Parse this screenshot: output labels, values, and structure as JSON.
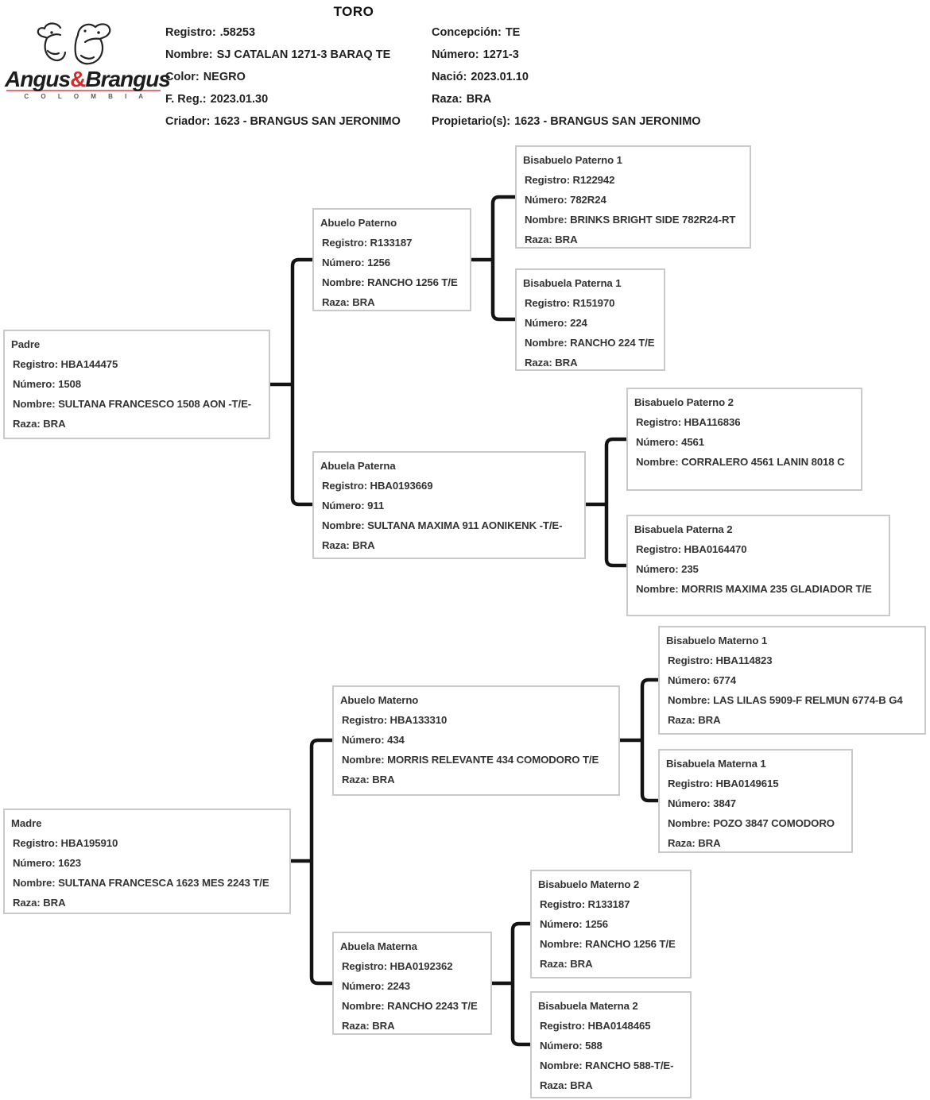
{
  "page_title": "TORO",
  "logo": {
    "brand_left": "Angus",
    "brand_amp": "&",
    "brand_right": "Brangus",
    "country": "C O L O M B I A",
    "accent_red": "#cf2e2e"
  },
  "header": {
    "left": [
      {
        "label": "Registro:",
        "value": ".58253"
      },
      {
        "label": "Nombre:",
        "value": "SJ CATALAN 1271-3 BARAQ TE"
      },
      {
        "label": "Color:",
        "value": "NEGRO"
      },
      {
        "label": "F. Reg.:",
        "value": "2023.01.30"
      },
      {
        "label": "Criador:",
        "value": "1623 - BRANGUS SAN JERONIMO"
      }
    ],
    "right": [
      {
        "label": "Concepción:",
        "value": "TE"
      },
      {
        "label": "Número:",
        "value": "1271-3"
      },
      {
        "label": "Nació:",
        "value": "2023.01.10"
      },
      {
        "label": "Raza:",
        "value": "BRA"
      },
      {
        "label": "Propietario(s):",
        "value": "1623 - BRANGUS SAN JERONIMO"
      }
    ]
  },
  "pedigree": {
    "nodes": [
      {
        "title": "Padre",
        "lines": [
          "Registro: HBA144475",
          "Número: 1508",
          "Nombre: SULTANA FRANCESCO 1508 AON -T/E-",
          "Raza: BRA"
        ]
      },
      {
        "title": "Abuelo Paterno",
        "lines": [
          "Registro: R133187",
          "Número: 1256",
          "Nombre: RANCHO 1256 T/E",
          "Raza: BRA"
        ]
      },
      {
        "title": "Abuela Paterna",
        "lines": [
          "Registro: HBA0193669",
          "Número: 911",
          "Nombre: SULTANA MAXIMA 911 AONIKENK -T/E-",
          "Raza: BRA"
        ]
      },
      {
        "title": "Bisabuelo Paterno 1",
        "lines": [
          "Registro: R122942",
          "Número: 782R24",
          "Nombre: BRINKS BRIGHT SIDE 782R24-RT",
          "Raza: BRA"
        ]
      },
      {
        "title": "Bisabuela Paterna 1",
        "lines": [
          "Registro: R151970",
          "Número: 224",
          "Nombre: RANCHO 224 T/E",
          "Raza: BRA"
        ]
      },
      {
        "title": "Bisabuelo Paterno 2",
        "lines": [
          "Registro: HBA116836",
          "Número: 4561",
          "Nombre: CORRALERO 4561 LANIN 8018 C"
        ]
      },
      {
        "title": "Bisabuela Paterna 2",
        "lines": [
          "Registro: HBA0164470",
          "Número: 235",
          "Nombre: MORRIS MAXIMA 235 GLADIADOR T/E"
        ]
      },
      {
        "title": "Madre",
        "lines": [
          "Registro: HBA195910",
          "Número: 1623",
          "Nombre: SULTANA FRANCESCA 1623 MES 2243 T/E",
          "Raza: BRA"
        ]
      },
      {
        "title": "Abuelo Materno",
        "lines": [
          "Registro: HBA133310",
          "Número: 434",
          "Nombre: MORRIS RELEVANTE 434 COMODORO T/E",
          "Raza: BRA"
        ]
      },
      {
        "title": "Abuela Materna",
        "lines": [
          "Registro: HBA0192362",
          "Número: 2243",
          "Nombre: RANCHO 2243 T/E",
          "Raza: BRA"
        ]
      },
      {
        "title": "Bisabuelo Materno 1",
        "lines": [
          "Registro: HBA114823",
          "Número: 6774",
          "Nombre: LAS LILAS 5909-F RELMUN 6774-B G4",
          "Raza: BRA"
        ]
      },
      {
        "title": "Bisabuela Materna 1",
        "lines": [
          "Registro: HBA0149615",
          "Número: 3847",
          "Nombre: POZO 3847 COMODORO",
          "Raza: BRA"
        ]
      },
      {
        "title": "Bisabuelo Materno 2",
        "lines": [
          "Registro: R133187",
          "Número: 1256",
          "Nombre: RANCHO 1256 T/E",
          "Raza: BRA"
        ]
      },
      {
        "title": "Bisabuela Materna 2",
        "lines": [
          "Registro: HBA0148465",
          "Número: 588",
          "Nombre: RANCHO 588-T/E-",
          "Raza: BRA"
        ]
      }
    ]
  },
  "colors": {
    "box_border": "#c9c9c9",
    "text": "#333333",
    "connector": "#141414"
  }
}
